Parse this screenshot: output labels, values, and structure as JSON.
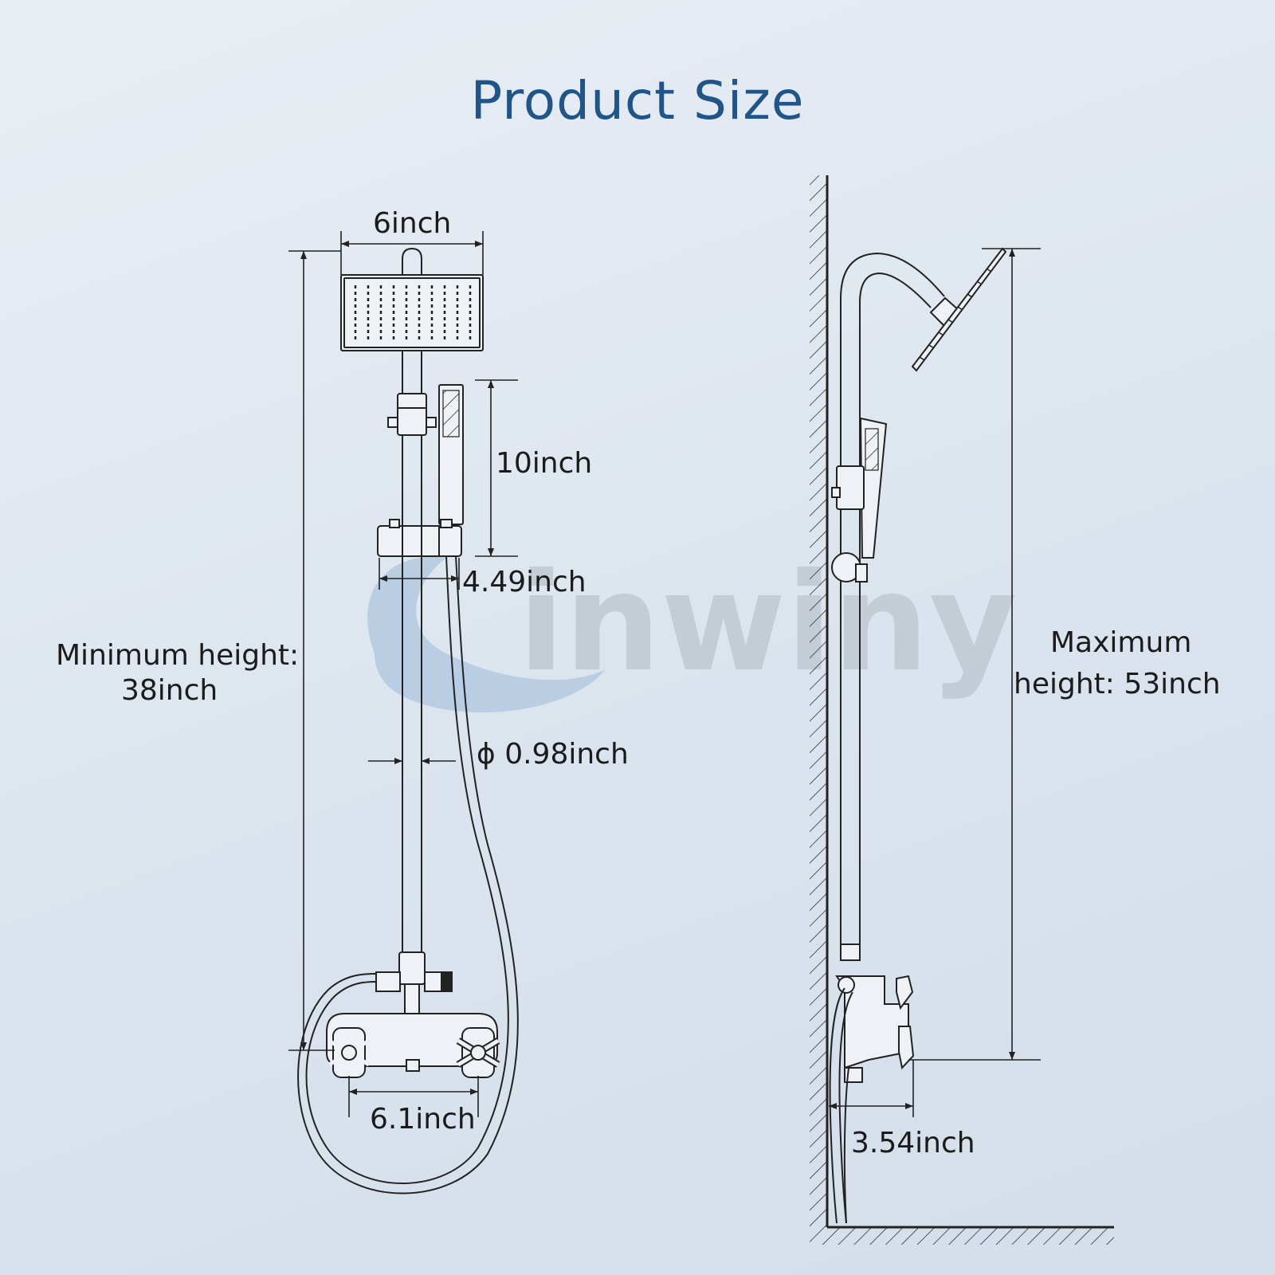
{
  "title": "Product Size",
  "watermark": "inwiny",
  "labels": {
    "top_width": "6inch",
    "handheld_length": "10inch",
    "holder_width": "4.49inch",
    "min_height_line1": "Minimum height:",
    "min_height_line2": "38inch",
    "pipe_diameter": "ϕ 0.98inch",
    "valve_spacing": "6.1inch",
    "max_height_line1": "Maximum",
    "max_height_line2": "height: 53inch",
    "wall_offset": "3.54inch"
  },
  "colors": {
    "title": "#1f5589",
    "line": "#222222",
    "watermark_text": "#b4bcc6",
    "watermark_swoosh": "#a9c3dd"
  }
}
